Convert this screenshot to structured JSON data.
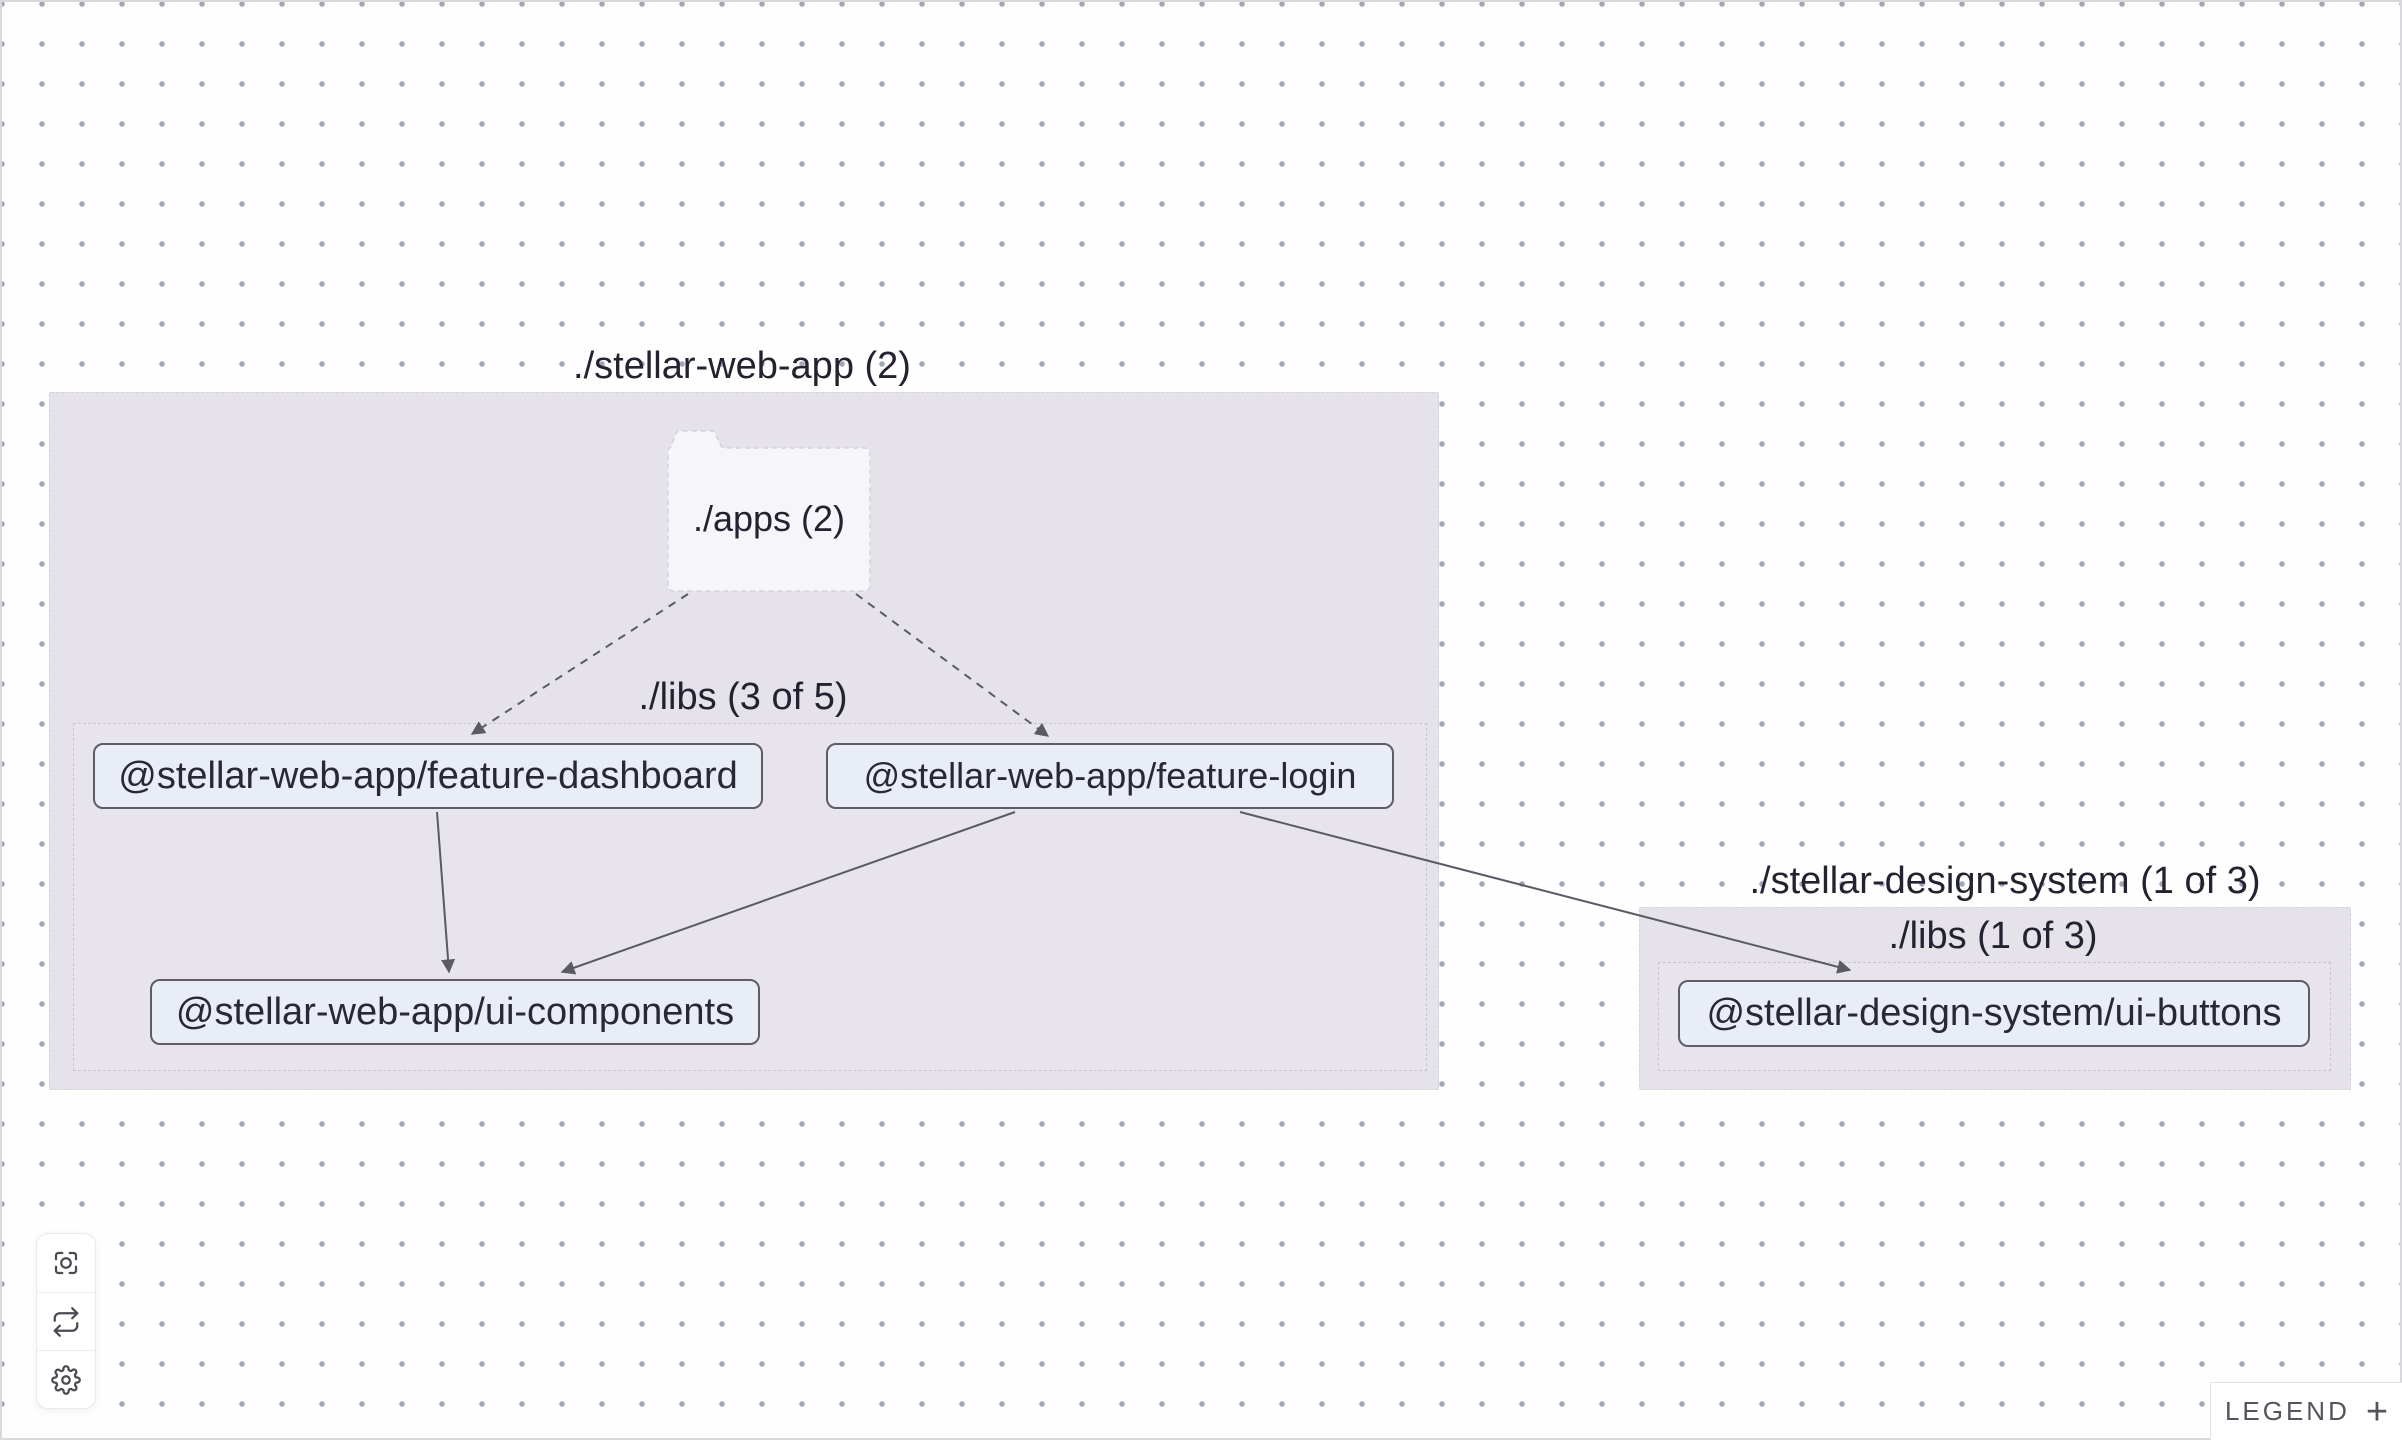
{
  "groups": {
    "webapp": {
      "label": "./stellar-web-app (2)"
    },
    "webapp_apps_folder": {
      "label": "./apps (2)"
    },
    "webapp_libs": {
      "label": "./libs (3 of 5)"
    },
    "design": {
      "label": "./stellar-design-system (1 of 3)"
    },
    "design_libs": {
      "label": "./libs (1 of 3)"
    }
  },
  "nodes": {
    "feature_dashboard": {
      "label": "@stellar-web-app/feature-dashboard"
    },
    "feature_login": {
      "label": "@stellar-web-app/feature-login"
    },
    "ui_components": {
      "label": "@stellar-web-app/ui-components"
    },
    "ui_buttons": {
      "label": "@stellar-design-system/ui-buttons"
    }
  },
  "edges": [
    {
      "from": "./apps",
      "to": "@stellar-web-app/feature-dashboard",
      "style": "dashed"
    },
    {
      "from": "./apps",
      "to": "@stellar-web-app/feature-login",
      "style": "dashed"
    },
    {
      "from": "@stellar-web-app/feature-dashboard",
      "to": "@stellar-web-app/ui-components",
      "style": "solid"
    },
    {
      "from": "@stellar-web-app/feature-login",
      "to": "@stellar-web-app/ui-components",
      "style": "solid"
    },
    {
      "from": "@stellar-web-app/feature-login",
      "to": "@stellar-design-system/ui-buttons",
      "style": "solid"
    }
  ],
  "toolbar": {
    "buttons": [
      {
        "icon": "focus-icon"
      },
      {
        "icon": "refresh-icon"
      },
      {
        "icon": "settings-icon"
      }
    ]
  },
  "legend": {
    "label": "LEGEND",
    "expand_label": "+"
  },
  "colors": {
    "canvas_bg": "#fefeff",
    "dot": "#9fa7b8",
    "group_fill": "#e5e3e9",
    "node_fill": "#e9edf6",
    "node_border": "#5f5c6a",
    "edge": "#5b5964",
    "folder_fill": "#f6f5f9",
    "text": "#242231"
  }
}
